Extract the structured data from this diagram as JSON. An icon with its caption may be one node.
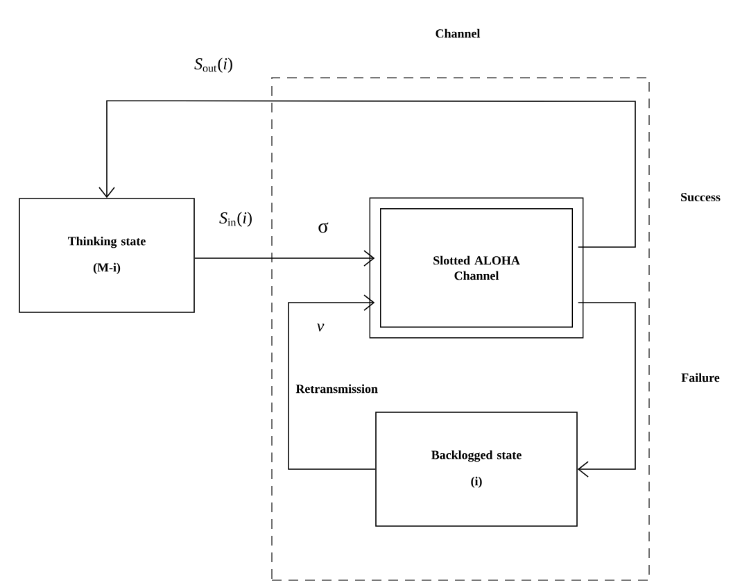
{
  "diagram": {
    "nodes": [
      {
        "text": [
          "Channel"
        ]
      },
      {
        "text": [
          "Thinking state",
          "(M-i)"
        ]
      },
      {
        "text": [
          "Slotted ALOHA Channel"
        ],
        "in": 0
      },
      {
        "text": [
          "Backlogged state",
          "(i)"
        ],
        "in": 0
      }
    ],
    "edges": [
      {
        "from": 2,
        "to": 1,
        "arrow": "to",
        "label": "*S*$_{out}$(*i*)"
      },
      {
        "from": 1,
        "to": 2,
        "arrow": "to",
        "label": "*S*$_{in}$(*i*)"
      },
      {
        "from": 2,
        "to": 3,
        "arrow": "to",
        "label": "Failure"
      },
      {
        "from": 3,
        "to": 2,
        "arrow": "to",
        "label": "Retransmission"
      }
    ],
    "labels": [
      "Success",
      "σ",
      "v"
    ]
  }
}
